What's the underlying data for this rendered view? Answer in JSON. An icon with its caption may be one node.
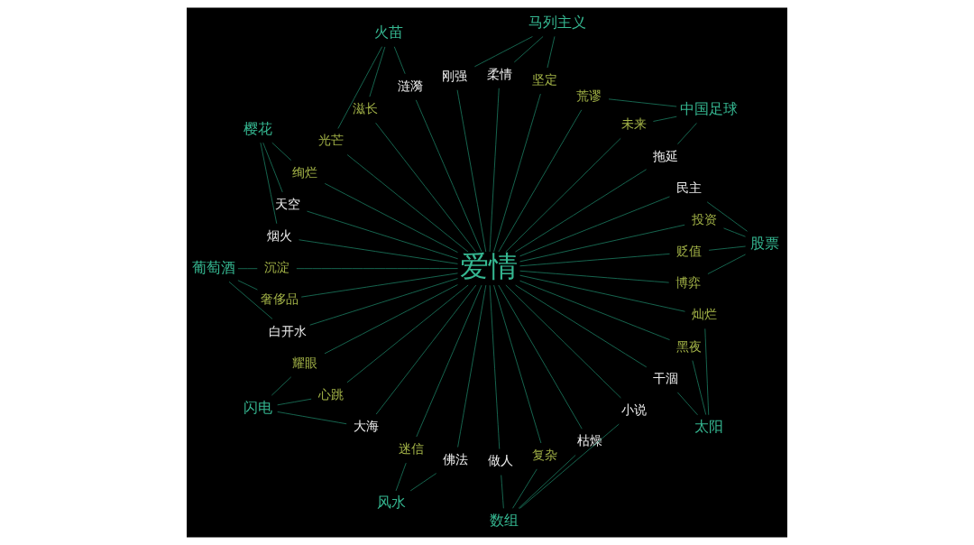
{
  "diagram": {
    "nodes": [
      {
        "text": [
          "爱情"
        ]
      },
      {
        "text": [
          "马列主义"
        ]
      },
      {
        "text": [
          "刚强"
        ]
      },
      {
        "text": [
          "柔情"
        ]
      },
      {
        "text": [
          "坚定"
        ]
      },
      {
        "text": [
          "中国足球"
        ]
      },
      {
        "text": [
          "荒谬"
        ]
      },
      {
        "text": [
          "未来"
        ]
      },
      {
        "text": [
          "拖延"
        ]
      },
      {
        "text": [
          "股票"
        ]
      },
      {
        "text": [
          "民主"
        ]
      },
      {
        "text": [
          "投资"
        ]
      },
      {
        "text": [
          "贬值"
        ]
      },
      {
        "text": [
          "博弈"
        ]
      },
      {
        "text": [
          "太阳"
        ]
      },
      {
        "text": [
          "灿烂"
        ]
      },
      {
        "text": [
          "黑夜"
        ]
      },
      {
        "text": [
          "干涸"
        ]
      },
      {
        "text": [
          "数组"
        ]
      },
      {
        "text": [
          "小说"
        ]
      },
      {
        "text": [
          "枯燥"
        ]
      },
      {
        "text": [
          "复杂"
        ]
      },
      {
        "text": [
          "做人"
        ]
      },
      {
        "text": [
          "风水"
        ]
      },
      {
        "text": [
          "佛法"
        ]
      },
      {
        "text": [
          "迷信"
        ]
      },
      {
        "text": [
          "闪电"
        ]
      },
      {
        "text": [
          "大海"
        ]
      },
      {
        "text": [
          "心跳"
        ]
      },
      {
        "text": [
          "耀眼"
        ]
      },
      {
        "text": [
          "葡萄酒"
        ]
      },
      {
        "text": [
          "白开水"
        ]
      },
      {
        "text": [
          "奢侈品"
        ]
      },
      {
        "text": [
          "沉淀"
        ]
      },
      {
        "text": [
          "樱花"
        ]
      },
      {
        "text": [
          "烟火"
        ]
      },
      {
        "text": [
          "天空"
        ]
      },
      {
        "text": [
          "绚烂"
        ]
      },
      {
        "text": [
          "火苗"
        ]
      },
      {
        "text": [
          "光芒"
        ]
      },
      {
        "text": [
          "滋长"
        ]
      },
      {
        "text": [
          "涟漪"
        ]
      }
    ],
    "edges": [
      {
        "from": 0,
        "to": 12,
        "arrow": "none"
      },
      {
        "from": 0,
        "to": 11,
        "arrow": "none"
      },
      {
        "from": 0,
        "to": 10,
        "arrow": "none"
      },
      {
        "from": 0,
        "to": 8,
        "arrow": "none"
      },
      {
        "from": 0,
        "to": 7,
        "arrow": "none"
      },
      {
        "from": 0,
        "to": 6,
        "arrow": "none"
      },
      {
        "from": 0,
        "to": 4,
        "arrow": "none"
      },
      {
        "from": 0,
        "to": 3,
        "arrow": "none"
      },
      {
        "from": 0,
        "to": 2,
        "arrow": "none"
      },
      {
        "from": 0,
        "to": 41,
        "arrow": "none"
      },
      {
        "from": 0,
        "to": 40,
        "arrow": "none"
      },
      {
        "from": 0,
        "to": 39,
        "arrow": "none"
      },
      {
        "from": 0,
        "to": 37,
        "arrow": "none"
      },
      {
        "from": 0,
        "to": 36,
        "arrow": "none"
      },
      {
        "from": 0,
        "to": 35,
        "arrow": "none"
      },
      {
        "from": 0,
        "to": 33,
        "arrow": "none"
      },
      {
        "from": 0,
        "to": 32,
        "arrow": "none"
      },
      {
        "from": 0,
        "to": 31,
        "arrow": "none"
      },
      {
        "from": 0,
        "to": 29,
        "arrow": "none"
      },
      {
        "from": 0,
        "to": 28,
        "arrow": "none"
      },
      {
        "from": 0,
        "to": 27,
        "arrow": "none"
      },
      {
        "from": 0,
        "to": 25,
        "arrow": "none"
      },
      {
        "from": 0,
        "to": 24,
        "arrow": "none"
      },
      {
        "from": 0,
        "to": 22,
        "arrow": "none"
      },
      {
        "from": 0,
        "to": 21,
        "arrow": "none"
      },
      {
        "from": 0,
        "to": 20,
        "arrow": "none"
      },
      {
        "from": 0,
        "to": 19,
        "arrow": "none"
      },
      {
        "from": 0,
        "to": 17,
        "arrow": "none"
      },
      {
        "from": 0,
        "to": 16,
        "arrow": "none"
      },
      {
        "from": 0,
        "to": 15,
        "arrow": "none"
      },
      {
        "from": 0,
        "to": 13,
        "arrow": "none"
      },
      {
        "from": 1,
        "to": 2,
        "arrow": "none"
      },
      {
        "from": 1,
        "to": 3,
        "arrow": "none"
      },
      {
        "from": 1,
        "to": 4,
        "arrow": "none"
      },
      {
        "from": 5,
        "to": 6,
        "arrow": "none"
      },
      {
        "from": 5,
        "to": 7,
        "arrow": "none"
      },
      {
        "from": 5,
        "to": 8,
        "arrow": "none"
      },
      {
        "from": 9,
        "to": 10,
        "arrow": "none"
      },
      {
        "from": 9,
        "to": 11,
        "arrow": "none"
      },
      {
        "from": 9,
        "to": 12,
        "arrow": "none"
      },
      {
        "from": 9,
        "to": 13,
        "arrow": "none"
      },
      {
        "from": 14,
        "to": 15,
        "arrow": "none"
      },
      {
        "from": 14,
        "to": 16,
        "arrow": "none"
      },
      {
        "from": 14,
        "to": 17,
        "arrow": "none"
      },
      {
        "from": 18,
        "to": 19,
        "arrow": "none"
      },
      {
        "from": 18,
        "to": 20,
        "arrow": "none"
      },
      {
        "from": 18,
        "to": 21,
        "arrow": "none"
      },
      {
        "from": 18,
        "to": 22,
        "arrow": "none"
      },
      {
        "from": 23,
        "to": 24,
        "arrow": "none"
      },
      {
        "from": 23,
        "to": 25,
        "arrow": "none"
      },
      {
        "from": 26,
        "to": 27,
        "arrow": "none"
      },
      {
        "from": 26,
        "to": 28,
        "arrow": "none"
      },
      {
        "from": 26,
        "to": 29,
        "arrow": "none"
      },
      {
        "from": 30,
        "to": 31,
        "arrow": "none"
      },
      {
        "from": 30,
        "to": 32,
        "arrow": "none"
      },
      {
        "from": 30,
        "to": 33,
        "arrow": "none"
      },
      {
        "from": 34,
        "to": 35,
        "arrow": "none"
      },
      {
        "from": 34,
        "to": 36,
        "arrow": "none"
      },
      {
        "from": 34,
        "to": 37,
        "arrow": "none"
      },
      {
        "from": 38,
        "to": 39,
        "arrow": "none"
      },
      {
        "from": 38,
        "to": 40,
        "arrow": "none"
      },
      {
        "from": 38,
        "to": 41,
        "arrow": "none"
      }
    ]
  }
}
